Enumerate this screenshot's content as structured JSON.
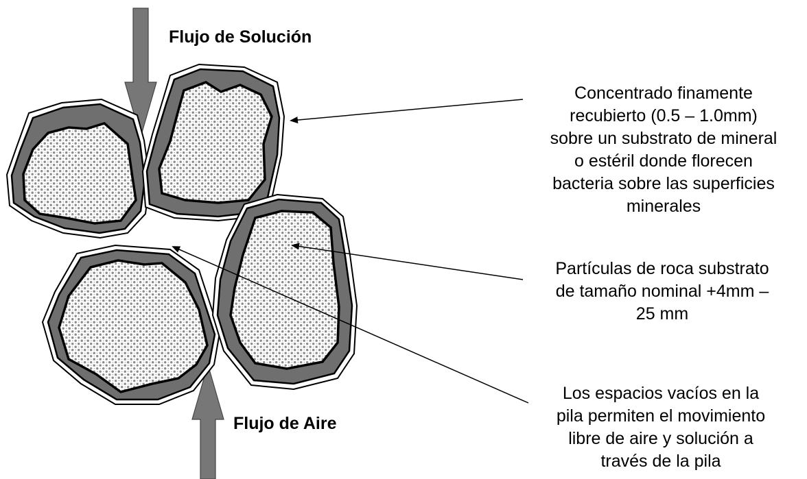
{
  "flow_labels": {
    "solution": "Flujo de Solución",
    "air": "Flujo de Aire"
  },
  "annotations": {
    "coating": [
      "Concentrado finamente",
      "recubierto (0.5 – 1.0mm)",
      "sobre un substrato de mineral",
      "o estéril donde florecen",
      "bacteria sobre las superficies",
      "minerales"
    ],
    "particles": [
      "Partículas de roca substrato",
      "de tamaño nominal +4mm –",
      "25 mm"
    ],
    "voids": [
      "Los espacios vacíos en la",
      "pila permiten el movimiento",
      "libre de aire y solución a",
      "través de la pila"
    ]
  },
  "colors": {
    "coating_fill": "#6f6f6f",
    "arrow_fill": "#777777",
    "rock_dots": "#8a8a8a",
    "outline": "#000000"
  }
}
